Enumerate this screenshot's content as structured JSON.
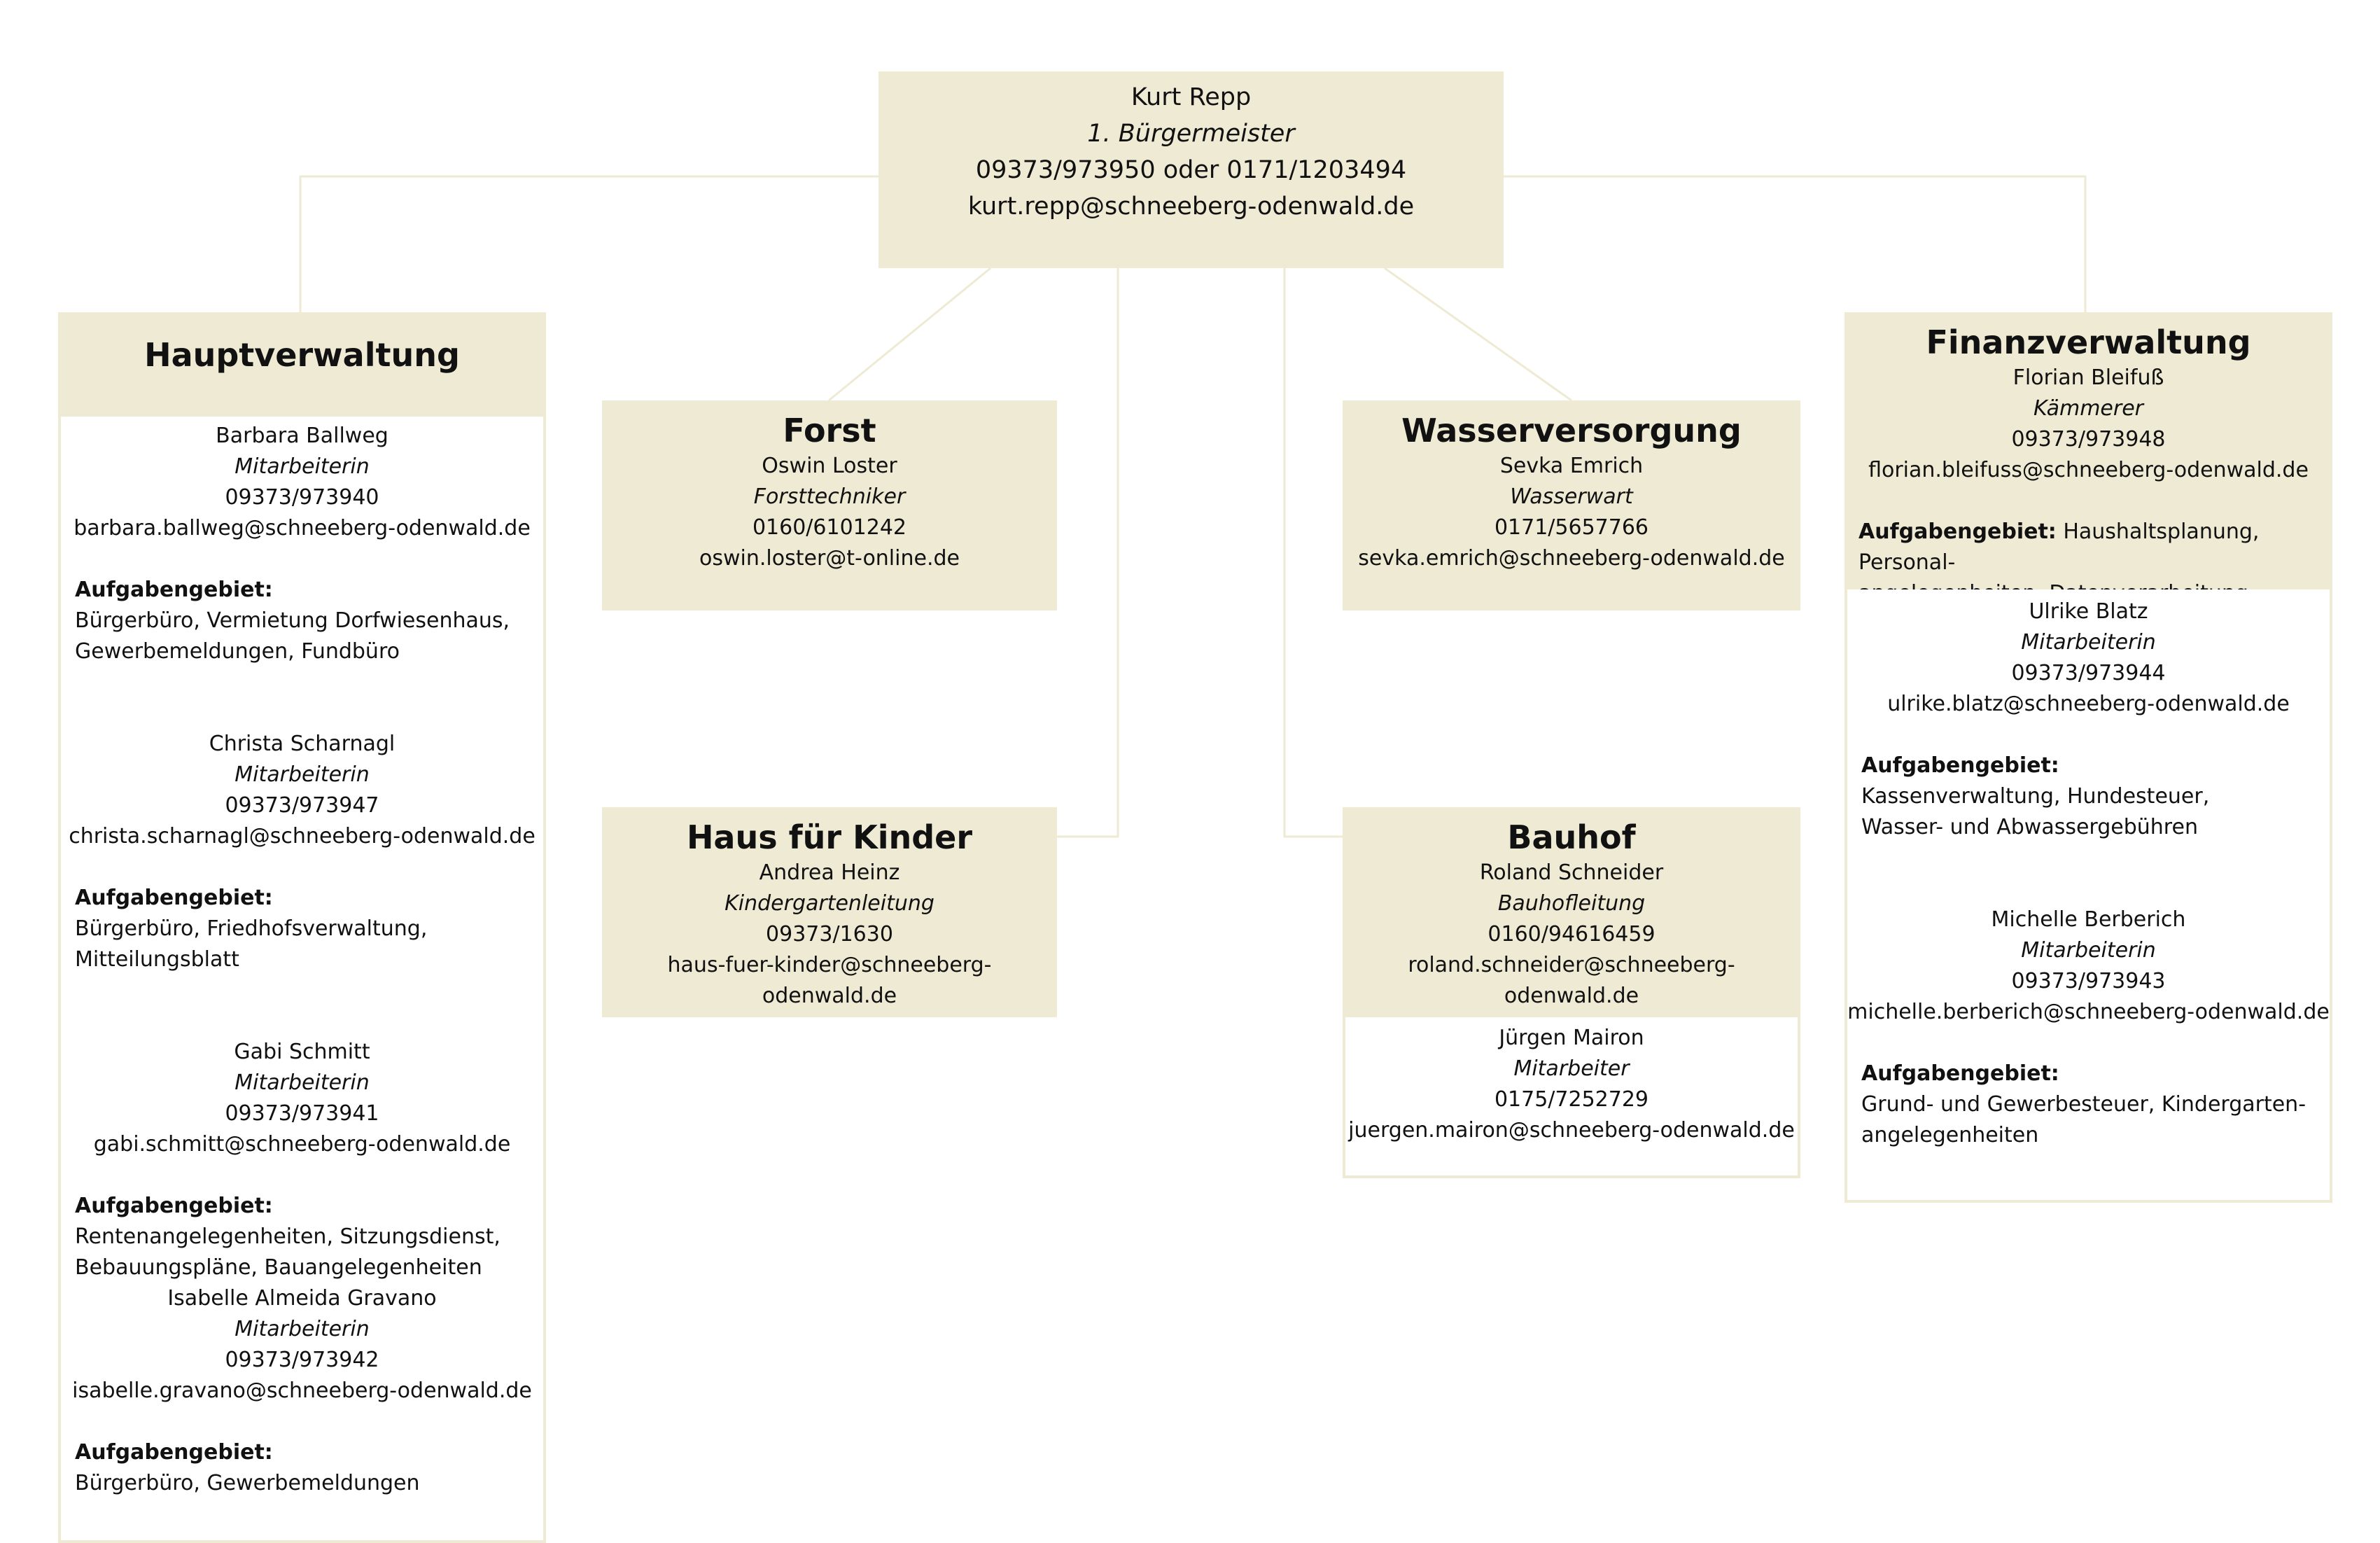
{
  "chief": {
    "name": "Kurt Repp",
    "role": "1. Bürgermeister",
    "phone": "09373/973950 oder 0171/1203494",
    "email": "kurt.repp@schneeberg-odenwald.de"
  },
  "hauptverwaltung": {
    "title": "Hauptverwaltung",
    "members": [
      {
        "name": "Barbara Ballweg",
        "role": "Mitarbeiterin",
        "phone": "09373/973940",
        "email": "barbara.ballweg@schneeberg-odenwald.de",
        "tasks_label": "Aufgabengebiet:",
        "tasks_lines": [
          "Bürgerbüro, Vermietung Dorfwiesenhaus,",
          "Gewerbemeldungen, Fundbüro"
        ]
      },
      {
        "name": "Christa Scharnagl",
        "role": "Mitarbeiterin",
        "phone": "09373/973947",
        "email": "christa.scharnagl@schneeberg-odenwald.de",
        "tasks_label": "Aufgabengebiet:",
        "tasks_lines": [
          "Bürgerbüro, Friedhofsverwaltung,",
          "Mitteilungsblatt"
        ]
      },
      {
        "name": "Gabi Schmitt",
        "role": "Mitarbeiterin",
        "phone": "09373/973941",
        "email": "gabi.schmitt@schneeberg-odenwald.de",
        "tasks_label": "Aufgabengebiet:",
        "tasks_lines": [
          "Rentenangelegenheiten, Sitzungsdienst,",
          "Bebauungspläne, Bauangelegenheiten"
        ]
      },
      {
        "name": "Isabelle Almeida Gravano",
        "role": "Mitarbeiterin",
        "phone": "09373/973942",
        "email": "isabelle.gravano@schneeberg-odenwald.de",
        "tasks_label": "Aufgabengebiet:",
        "tasks_lines": [
          "Bürgerbüro, Gewerbemeldungen"
        ]
      }
    ]
  },
  "forst": {
    "title": "Forst",
    "name": "Oswin Loster",
    "role": "Forsttechniker",
    "phone": "0160/6101242",
    "email": "oswin.loster@t-online.de"
  },
  "haus_fuer_kinder": {
    "title": "Haus für Kinder",
    "name": "Andrea Heinz",
    "role": "Kindergartenleitung",
    "phone": "09373/1630",
    "email": "haus-fuer-kinder@schneeberg-odenwald.de"
  },
  "wasserversorgung": {
    "title": "Wasserversorgung",
    "name": "Sevka Emrich",
    "role": "Wasserwart",
    "phone": "0171/5657766",
    "email": "sevka.emrich@schneeberg-odenwald.de"
  },
  "bauhof": {
    "title": "Bauhof",
    "name": "Roland Schneider",
    "role": "Bauhofleitung",
    "phone": "0160/94616459",
    "email": "roland.schneider@schneeberg-odenwald.de",
    "staff": {
      "name": "Jürgen Mairon",
      "role": "Mitarbeiter",
      "phone": "0175/7252729",
      "email": "juergen.mairon@schneeberg-odenwald.de"
    }
  },
  "finanzverwaltung": {
    "title": "Finanzverwaltung",
    "name": "Florian Bleifuß",
    "role": "Kämmerer",
    "phone": "09373/973948",
    "email": "florian.bleifuss@schneeberg-odenwald.de",
    "tasks_label": "Aufgabengebiet:",
    "tasks_lines": [
      "Haushaltsplanung, Personal-",
      "angelegenheiten, Datenverarbeitung"
    ],
    "members": [
      {
        "name": "Ulrike Blatz",
        "role": "Mitarbeiterin",
        "phone": "09373/973944",
        "email": "ulrike.blatz@schneeberg-odenwald.de",
        "tasks_label": "Aufgabengebiet:",
        "tasks_lines": [
          "Kassenverwaltung, Hundesteuer,",
          "Wasser- und Abwassergebühren"
        ]
      },
      {
        "name": "Michelle Berberich",
        "role": "Mitarbeiterin",
        "phone": "09373/973943",
        "email": "michelle.berberich@schneeberg-odenwald.de",
        "tasks_label": "Aufgabengebiet:",
        "tasks_lines": [
          "Grund- und Gewerbesteuer, Kindergarten-",
          "angelegenheiten"
        ]
      }
    ]
  }
}
